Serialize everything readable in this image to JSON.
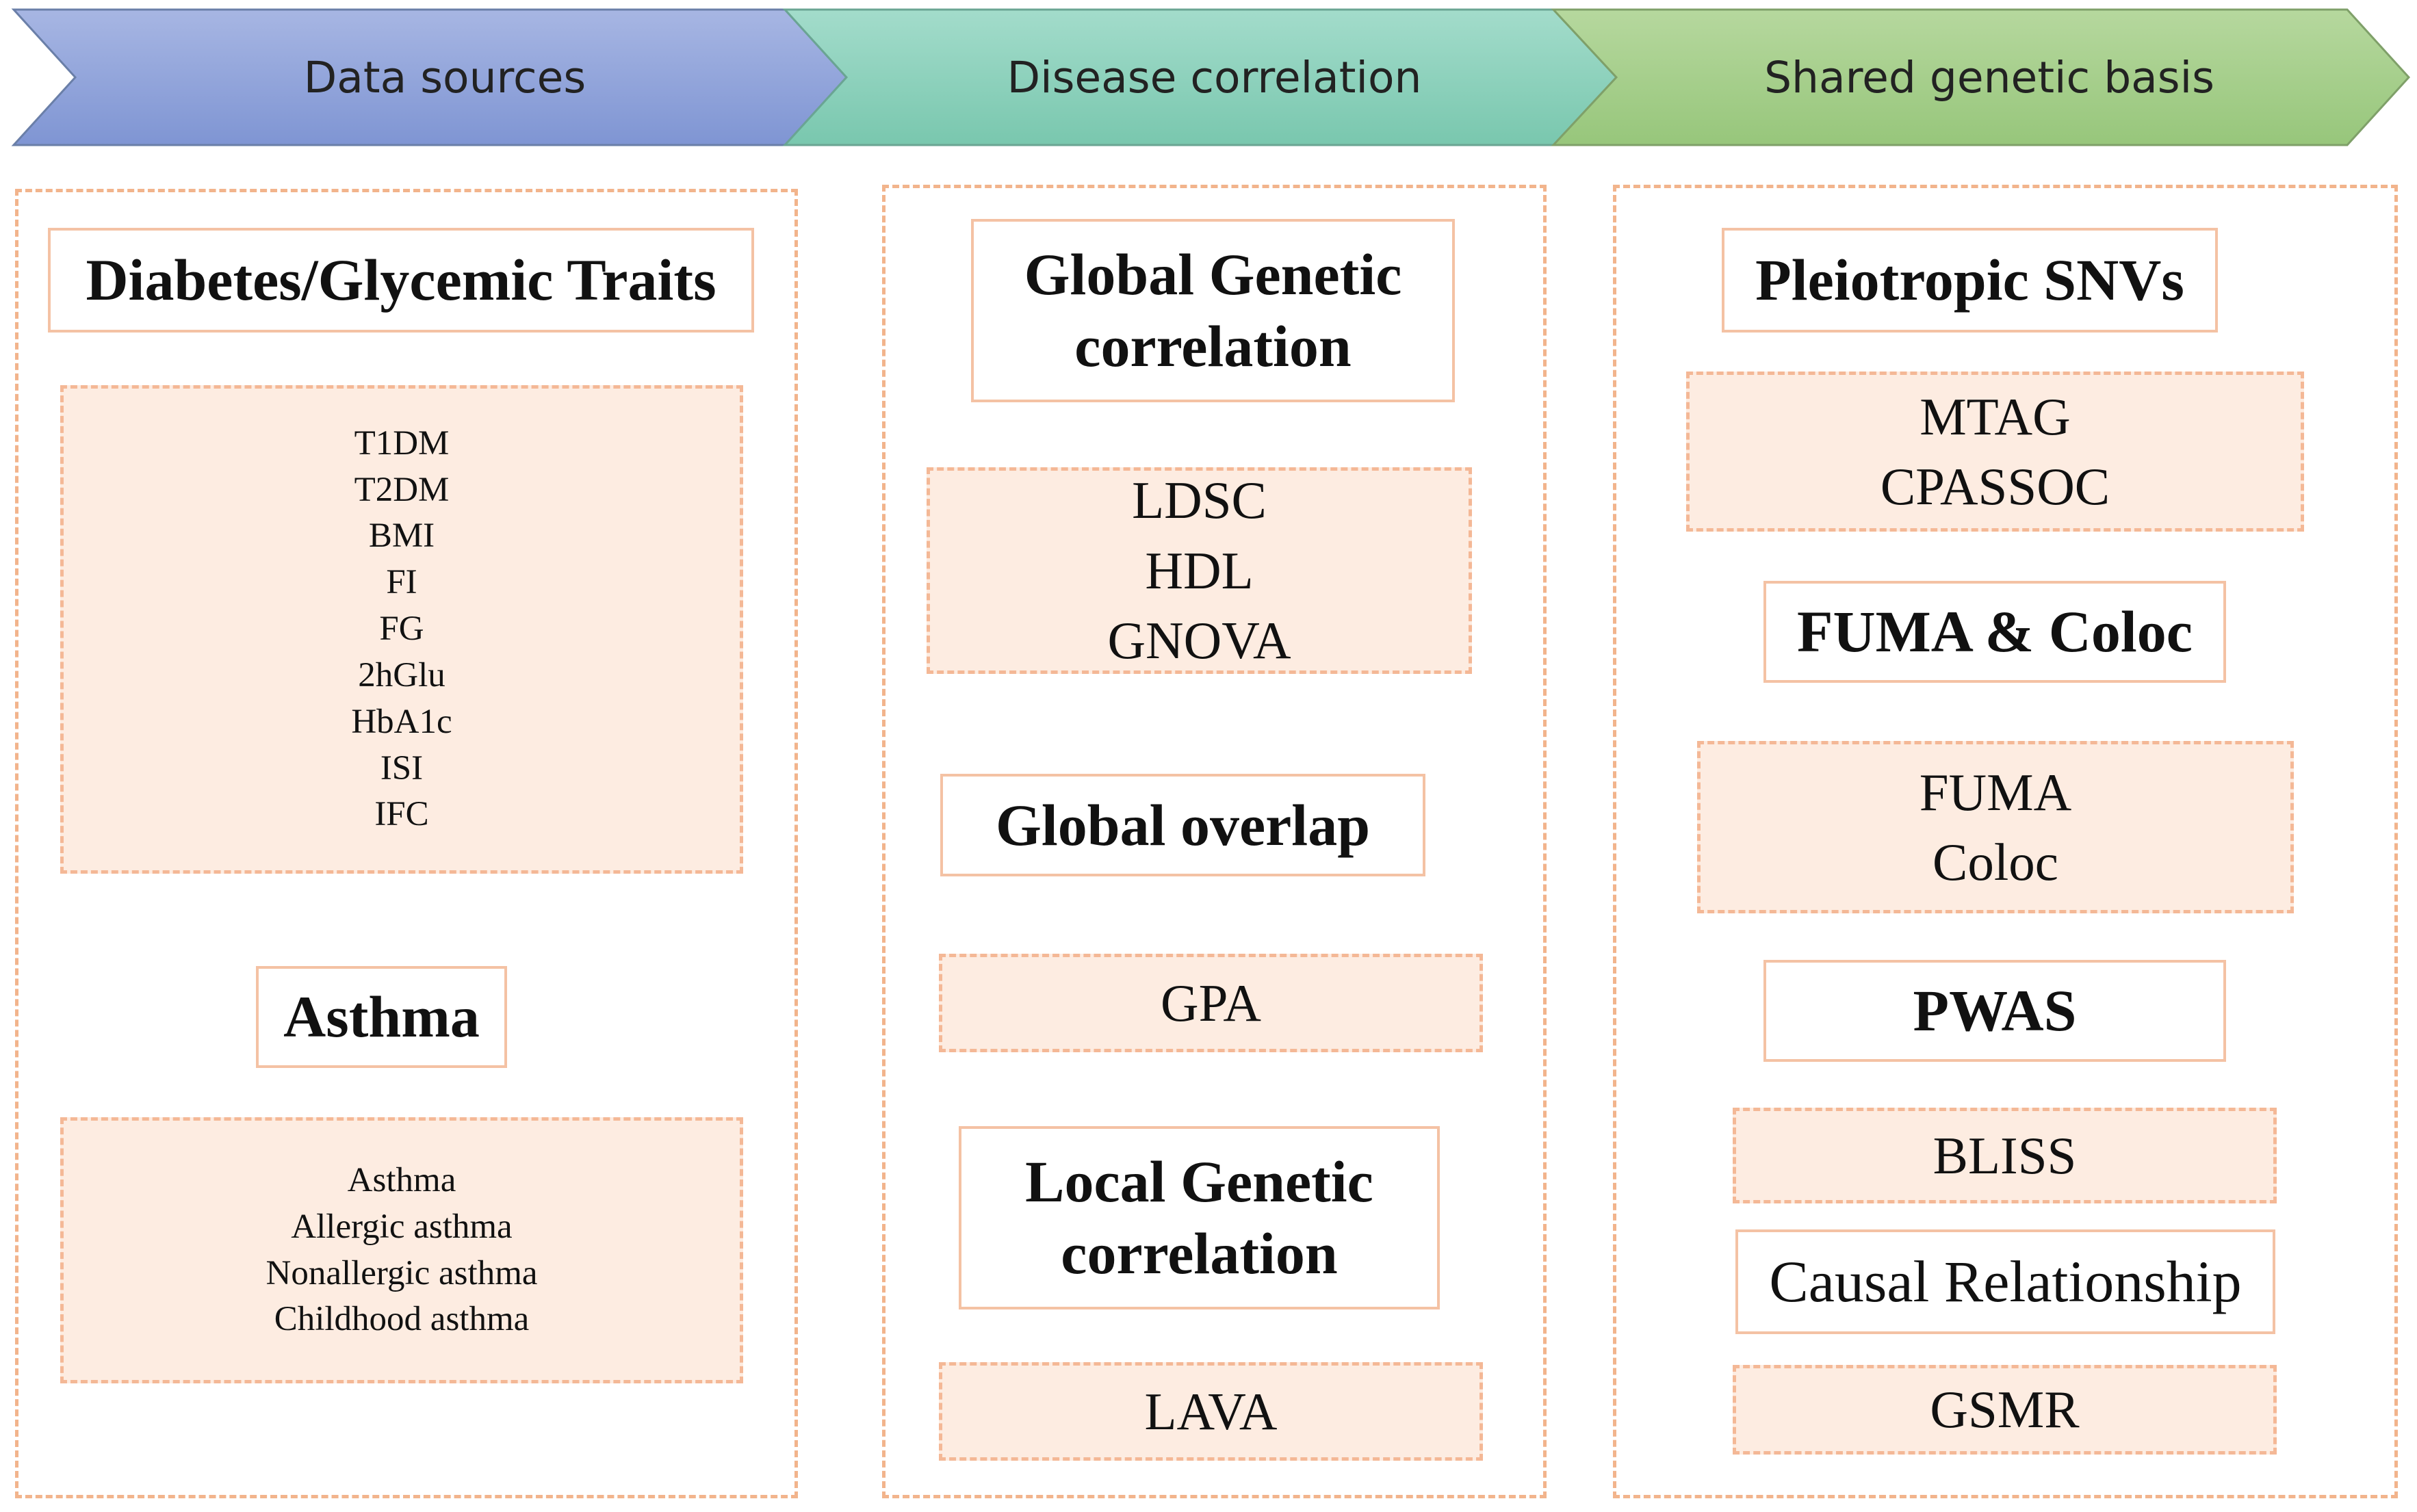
{
  "header": {
    "stages": [
      {
        "label": "Data sources",
        "color": "#8fa3d9"
      },
      {
        "label": "Disease correlation",
        "color": "#8fd3bd"
      },
      {
        "label": "Shared genetic basis",
        "color": "#a6cf8a"
      }
    ]
  },
  "columns": {
    "data_sources": {
      "diabetes_title": "Diabetes/Glycemic Traits",
      "diabetes_items": [
        "T1DM",
        "T2DM",
        "BMI",
        "FI",
        "FG",
        "2hGlu",
        "HbA1c",
        "ISI",
        "IFC"
      ],
      "asthma_title": "Asthma",
      "asthma_items": [
        "Asthma",
        "Allergic asthma",
        "Nonallergic asthma",
        "Childhood asthma"
      ]
    },
    "disease_correlation": {
      "global_gc_title_line1": "Global Genetic",
      "global_gc_title_line2": "correlation",
      "global_gc_methods": [
        "LDSC",
        "HDL",
        "GNOVA"
      ],
      "global_overlap_title": "Global overlap",
      "global_overlap_methods": [
        "GPA"
      ],
      "local_gc_title_line1": "Local Genetic",
      "local_gc_title_line2": "correlation",
      "local_gc_methods": [
        "LAVA"
      ]
    },
    "shared_genetic_basis": {
      "pleiotropic_title": "Pleiotropic SNVs",
      "pleiotropic_methods": [
        "MTAG",
        "CPASSOC"
      ],
      "fuma_title": "FUMA & Coloc",
      "fuma_methods": [
        "FUMA",
        "Coloc"
      ],
      "pwas_title": "PWAS",
      "pwas_methods": [
        "BLISS"
      ],
      "causal_title": "Causal Relationship",
      "causal_methods": [
        "GSMR"
      ]
    }
  }
}
